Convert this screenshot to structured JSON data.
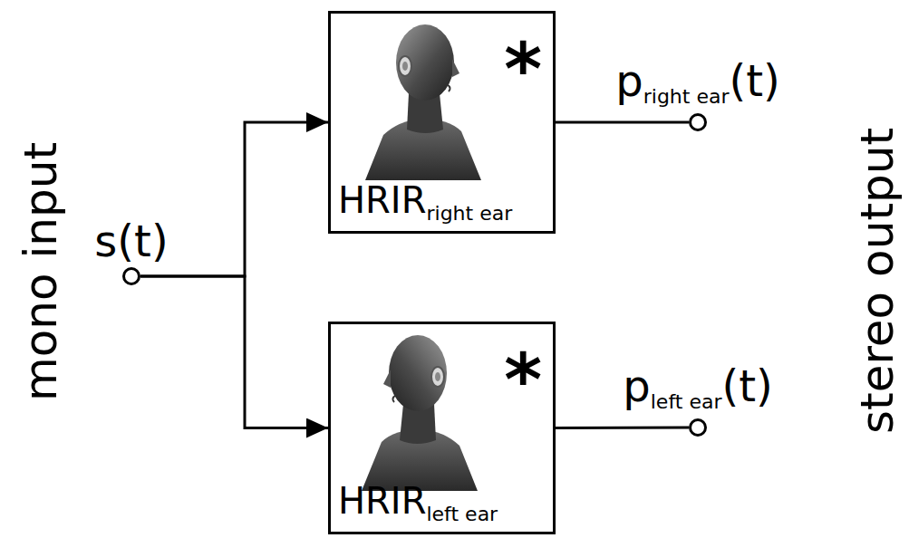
{
  "diagram": {
    "nodes": [
      {
        "text": [
          "s(t)"
        ]
      },
      {
        "text": [
          "*",
          "HRIR",
          "right ear"
        ]
      },
      {
        "text": [
          "*",
          "HRIR",
          "left ear"
        ]
      },
      {
        "text": [
          "p",
          "right ear",
          "(t)"
        ]
      },
      {
        "text": [
          "p",
          "left ear",
          "(t)"
        ]
      }
    ],
    "edges": [
      {
        "from": 0,
        "to": 1,
        "arrow": "to"
      },
      {
        "from": 0,
        "to": 2,
        "arrow": "to"
      },
      {
        "from": 1,
        "to": 3,
        "arrow": "none"
      },
      {
        "from": 2,
        "to": 4,
        "arrow": "none"
      }
    ],
    "labels": [
      "mono input",
      "stereo output"
    ]
  }
}
